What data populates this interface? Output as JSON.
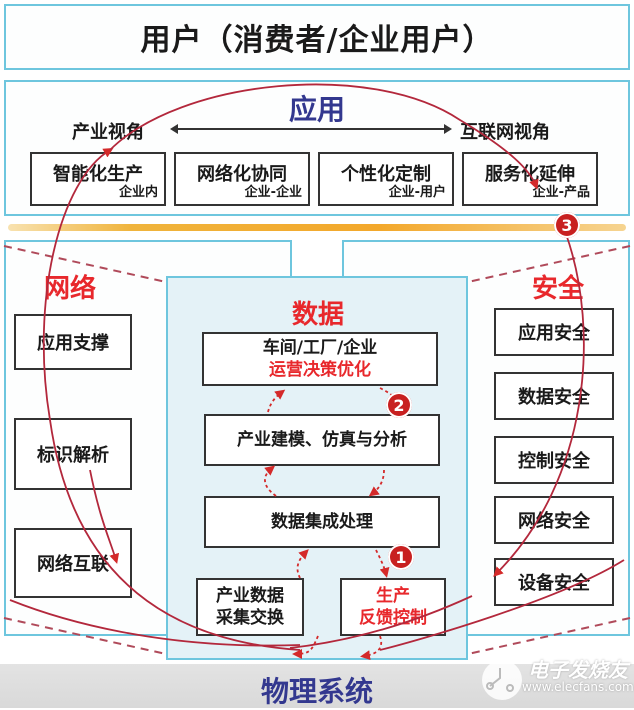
{
  "user_layer": {
    "title": "用户（消费者/企业用户）"
  },
  "application_layer": {
    "title": "应用",
    "perspective_left": "产业视角",
    "perspective_right": "互联网视角",
    "items": [
      {
        "main": "智能化生产",
        "sub": "企业内"
      },
      {
        "main": "网络化协同",
        "sub": "企业-企业"
      },
      {
        "main": "个性化定制",
        "sub": "企业-用户"
      },
      {
        "main": "服务化延伸",
        "sub": "企业-产品"
      }
    ]
  },
  "network_layer": {
    "title": "网络",
    "items": [
      "应用支撑",
      "标识解析",
      "网络互联"
    ]
  },
  "data_layer": {
    "title": "数据",
    "top_box": {
      "line1": "车间/工厂/企业",
      "line2": "运营决策优化"
    },
    "modeling_box": "产业建模、仿真与分析",
    "integration_box": "数据集成处理",
    "collection_box": {
      "line1": "产业数据",
      "line2": "采集交换"
    },
    "control_box": {
      "line1": "生产",
      "line2": "反馈控制"
    }
  },
  "security_layer": {
    "title": "安全",
    "items": [
      "应用安全",
      "数据安全",
      "控制安全",
      "网络安全",
      "设备安全"
    ]
  },
  "physical_layer": {
    "title": "物理系统"
  },
  "badges": [
    "1",
    "2",
    "3"
  ],
  "watermark": {
    "name": "电子发烧友",
    "url": "www.elecfans.com"
  },
  "colors": {
    "border_cyan": "#6ec6de",
    "title_navy": "#33388f",
    "accent_red": "#e8282c",
    "badge_red": "#c82020",
    "bar_gold": "#f3a82b",
    "data_bg": "#e4f2f7"
  }
}
